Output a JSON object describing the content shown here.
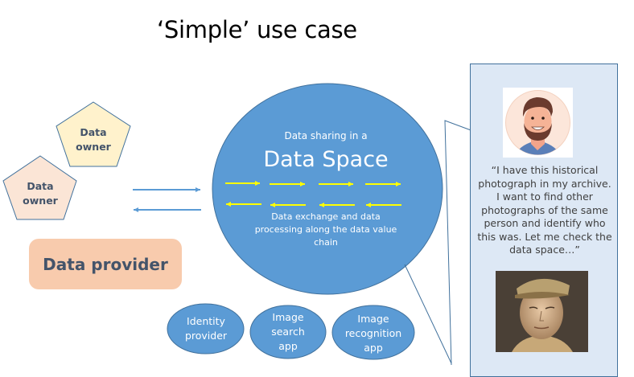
{
  "title": "‘Simple’ use case",
  "data_owners": [
    {
      "label_line1": "Data",
      "label_line2": "owner",
      "fill": "#fff2cc"
    },
    {
      "label_line1": "Data",
      "label_line2": "owner",
      "fill": "#fbe5d6"
    }
  ],
  "data_provider": {
    "label": "Data provider",
    "fill": "#f8cbad"
  },
  "data_space": {
    "subtitle": "Data sharing in a",
    "title": "Data Space",
    "description_line1": "Data exchange and data",
    "description_line2": "processing along the data value",
    "description_line3": "chain",
    "fill": "#5b9bd5",
    "arrow_color": "#ffff00"
  },
  "services": [
    {
      "line1": "Identity",
      "line2": "provider",
      "line3": ""
    },
    {
      "line1": "Image",
      "line2": "search",
      "line3": "app"
    },
    {
      "line1": "Image",
      "line2": "recognition",
      "line3": "app"
    }
  ],
  "callout": {
    "avatar_icon": "bearded-man-avatar",
    "quote_lines": [
      "“I have this historical",
      "photograph in my archive.",
      "I want to find other",
      "photographs of the same",
      "person and identify who",
      "this was.  Let me check the",
      "data space…”"
    ],
    "photo_icon": "historical-soldier-portrait",
    "fill": "#dde8f5",
    "border": "#41719c"
  }
}
